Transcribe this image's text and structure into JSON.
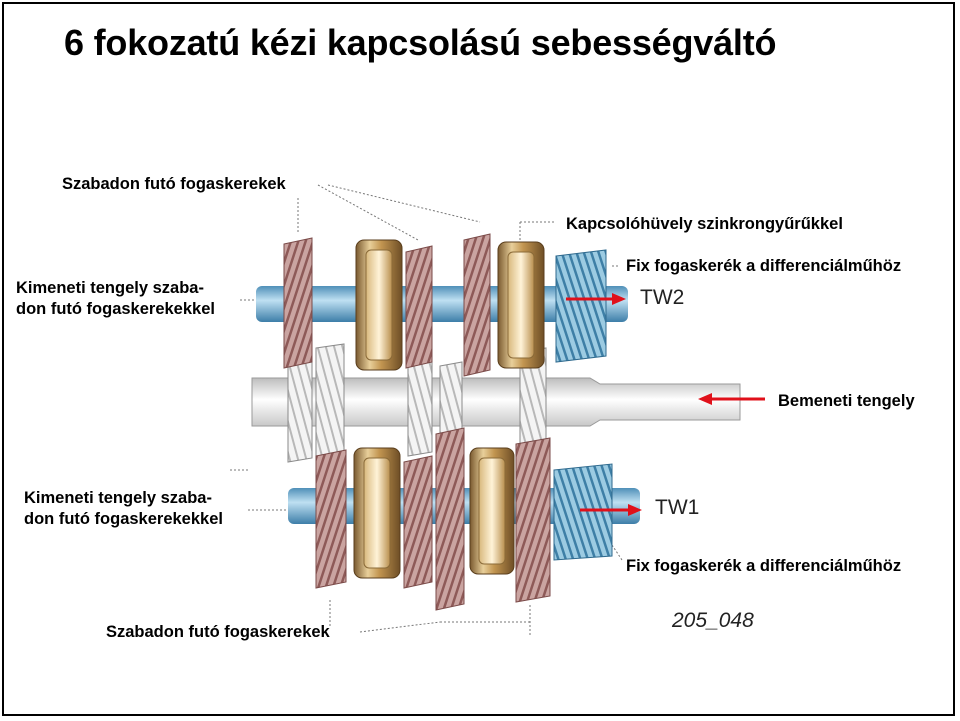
{
  "title": "6 fokozatú kézi kapcsolású sebességváltó",
  "labels": {
    "free_gears_top": "Szabadon futó fogaskerekek",
    "sleeve_sync": "Kapcsolóhüvely szinkrongyűrűkkel",
    "output_shaft_top_line1": "Kimeneti tengely szaba-",
    "output_shaft_top_line2": "don futó fogaskerekekkel",
    "fix_gear_top": "Fix fogaskerék a differenciálműhöz",
    "tw2": "TW2",
    "input_shaft": "Bemeneti tengely",
    "output_shaft_bottom_line1": "Kimeneti tengely szaba-",
    "output_shaft_bottom_line2": "don futó fogaskerekekkel",
    "tw1": "TW1",
    "fix_gear_bottom": "Fix fogaskerék a differenciálműhöz",
    "free_gears_bottom": "Szabadon futó fogaskerekek",
    "figure_code": "205_048"
  },
  "colors": {
    "free_gear": "#c99a98",
    "sync_sleeve": "#c49a55",
    "fixed_gear": "#8ec3dc",
    "output_shaft": "#7fb8d8",
    "input_shaft": "#e6e6e6",
    "arrow": "#e0101a"
  }
}
